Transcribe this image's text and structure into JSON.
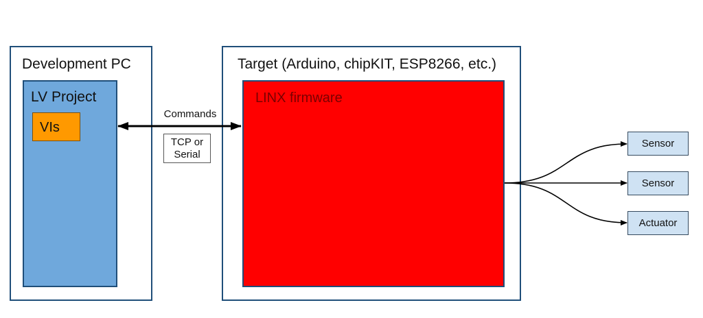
{
  "dev_pc": {
    "title": "Development PC",
    "lv_project": "LV Project",
    "vis": "VIs"
  },
  "target": {
    "title": "Target (Arduino, chipKIT, ESP8266, etc.)",
    "firmware": "LINX firmware"
  },
  "link": {
    "commands": "Commands",
    "transport": "TCP or\nSerial"
  },
  "devices": [
    "Sensor",
    "Sensor",
    "Actuator"
  ],
  "colors": {
    "border": "#1f4e79",
    "lv_project": "#6fa8dc",
    "vis": "#ff9900",
    "firmware": "#ff0000",
    "device": "#cfe2f3"
  }
}
